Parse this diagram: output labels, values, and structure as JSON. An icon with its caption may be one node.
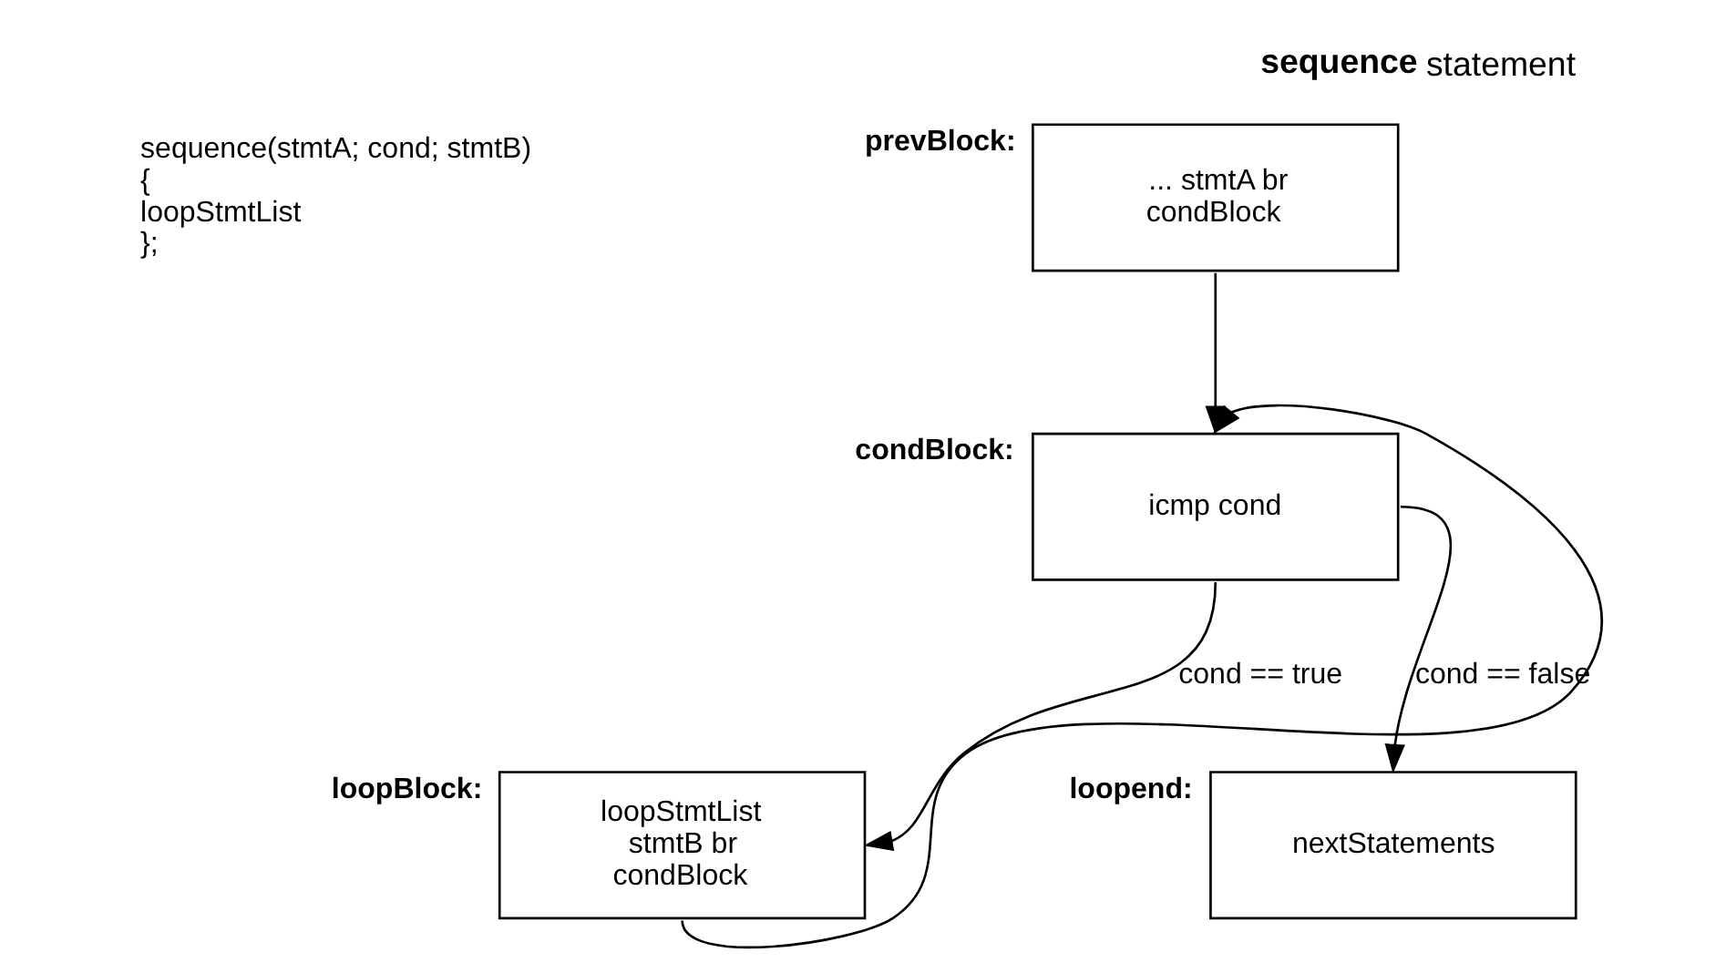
{
  "diagram": {
    "title": "**sequence** statement",
    "nodes": [
      {
        "text": [
          "prevBlock:",
          "... stmtA br condBlock"
        ]
      },
      {
        "text": [
          "condBlock:",
          "icmp cond"
        ]
      },
      {
        "text": [
          "loopBlock:",
          "loopStmtList stmtB br condBlock"
        ]
      },
      {
        "text": [
          "loopend:",
          "nextStatements"
        ]
      }
    ],
    "edges": [
      {
        "from": 0,
        "to": 1,
        "arrow": "to"
      },
      {
        "from": 1,
        "to": 2,
        "arrow": "to",
        "label": "cond == true"
      },
      {
        "from": 1,
        "to": 3,
        "arrow": "to",
        "label": "cond == false"
      },
      {
        "from": 2,
        "to": 1,
        "arrow": "to"
      }
    ],
    "labels": [
      "sequence(stmtA; cond; stmtB)",
      "{",
      "loopStmtList",
      "};"
    ]
  }
}
